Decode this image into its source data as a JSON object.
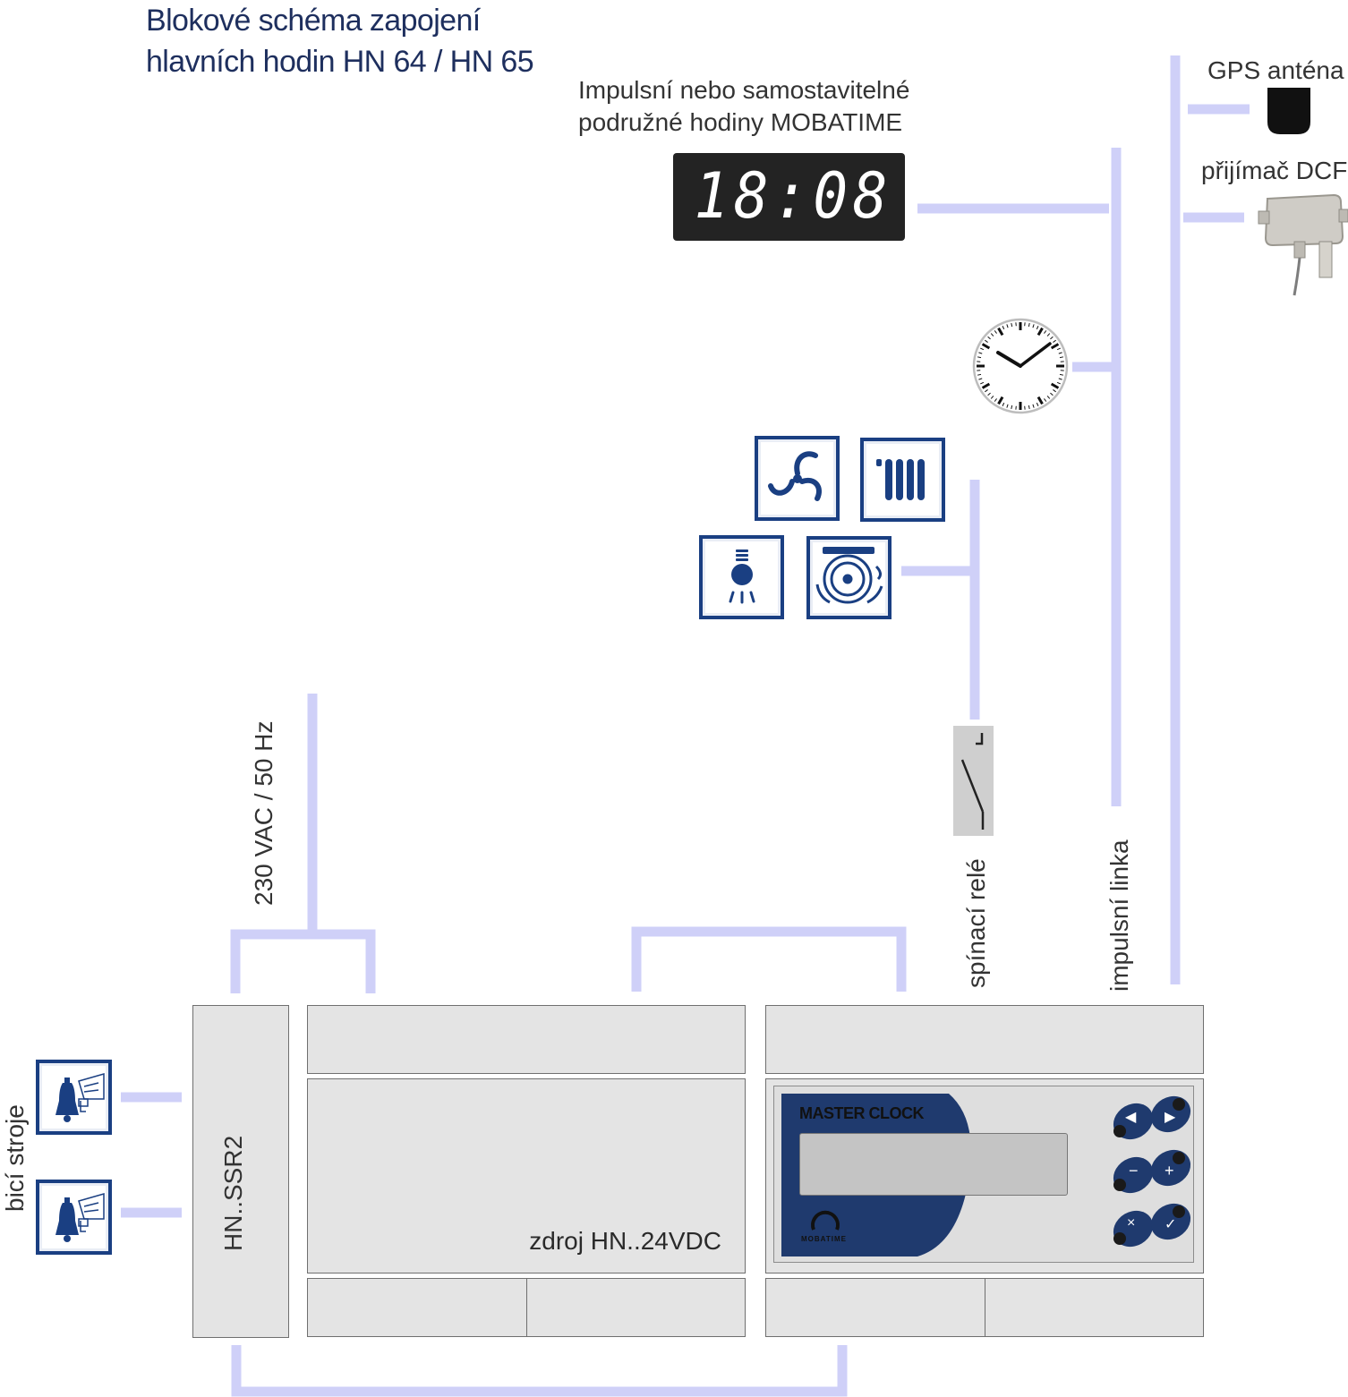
{
  "title": {
    "line1": "Blokové schéma zapojení",
    "line2": "hlavních hodin HN 64 / HN 65"
  },
  "labels": {
    "slave_clocks_line1": "Impulsní nebo samostavitelné",
    "slave_clocks_line2": "podružné hodiny MOBATIME",
    "gps": "GPS anténa",
    "dcf": "přijímač DCF",
    "mains": "230 VAC / 50 Hz",
    "relay": "spínací relé",
    "impulse_line": "impulsní linka",
    "bell_machines": "bicí stroje",
    "ssr": "HN..SSR2",
    "power_supply": "zdroj HN..24VDC"
  },
  "digital_clock": {
    "time": "18:08"
  },
  "master_clock": {
    "panel_title": "MASTER CLOCK",
    "brand": "MOBATIME",
    "buttons": [
      "◀",
      "▶",
      "−",
      "+",
      "×",
      "✓"
    ]
  },
  "colors": {
    "wire": "#cfd0f8",
    "title": "#1e2f5e",
    "icon_blue": "#1a3f82",
    "panel_navy": "#1f3a6e",
    "box_fill": "#e4e4e4"
  }
}
